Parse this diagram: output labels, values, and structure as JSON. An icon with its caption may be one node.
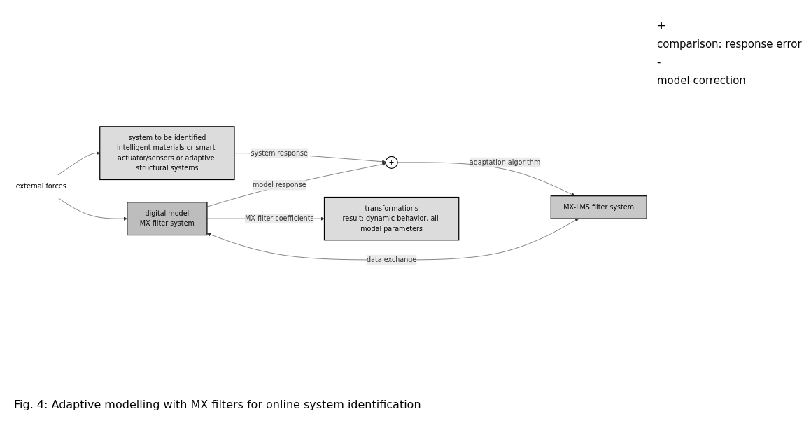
{
  "diagram": {
    "caption": "Fig. 4: Adaptive modelling with MX filters for online system identification",
    "nodes": [
      {
        "text": [
          "external forces"
        ]
      },
      {
        "text": [
          "system to be identified",
          "intelligent materials or smart actuator/sensors or adaptive structural systems"
        ]
      },
      {
        "text": [
          "+"
        ]
      },
      {
        "text": [
          "digital model",
          "MX filter system"
        ]
      },
      {
        "text": [
          "MX-LMS filter system"
        ]
      },
      {
        "text": [
          "transformations",
          "result: dynamic behavior, all modal parameters"
        ]
      }
    ],
    "edges": [
      {
        "from": 0,
        "to": 1,
        "arrow": "to"
      },
      {
        "from": 0,
        "to": 3,
        "arrow": "to"
      },
      {
        "from": 1,
        "to": 2,
        "arrow": "to",
        "label": "system response"
      },
      {
        "from": 3,
        "to": 2,
        "arrow": "to",
        "label": "model response"
      },
      {
        "from": 2,
        "to": 4,
        "arrow": "to",
        "label": "adaptation algorithm"
      },
      {
        "from": 3,
        "to": 4,
        "arrow": "both",
        "label": "data exchange"
      },
      {
        "from": 3,
        "to": 5,
        "arrow": "to",
        "label": "MX filter coefficients"
      }
    ],
    "labels": [
      "+",
      "comparison: response error",
      "-",
      "model correction"
    ]
  }
}
